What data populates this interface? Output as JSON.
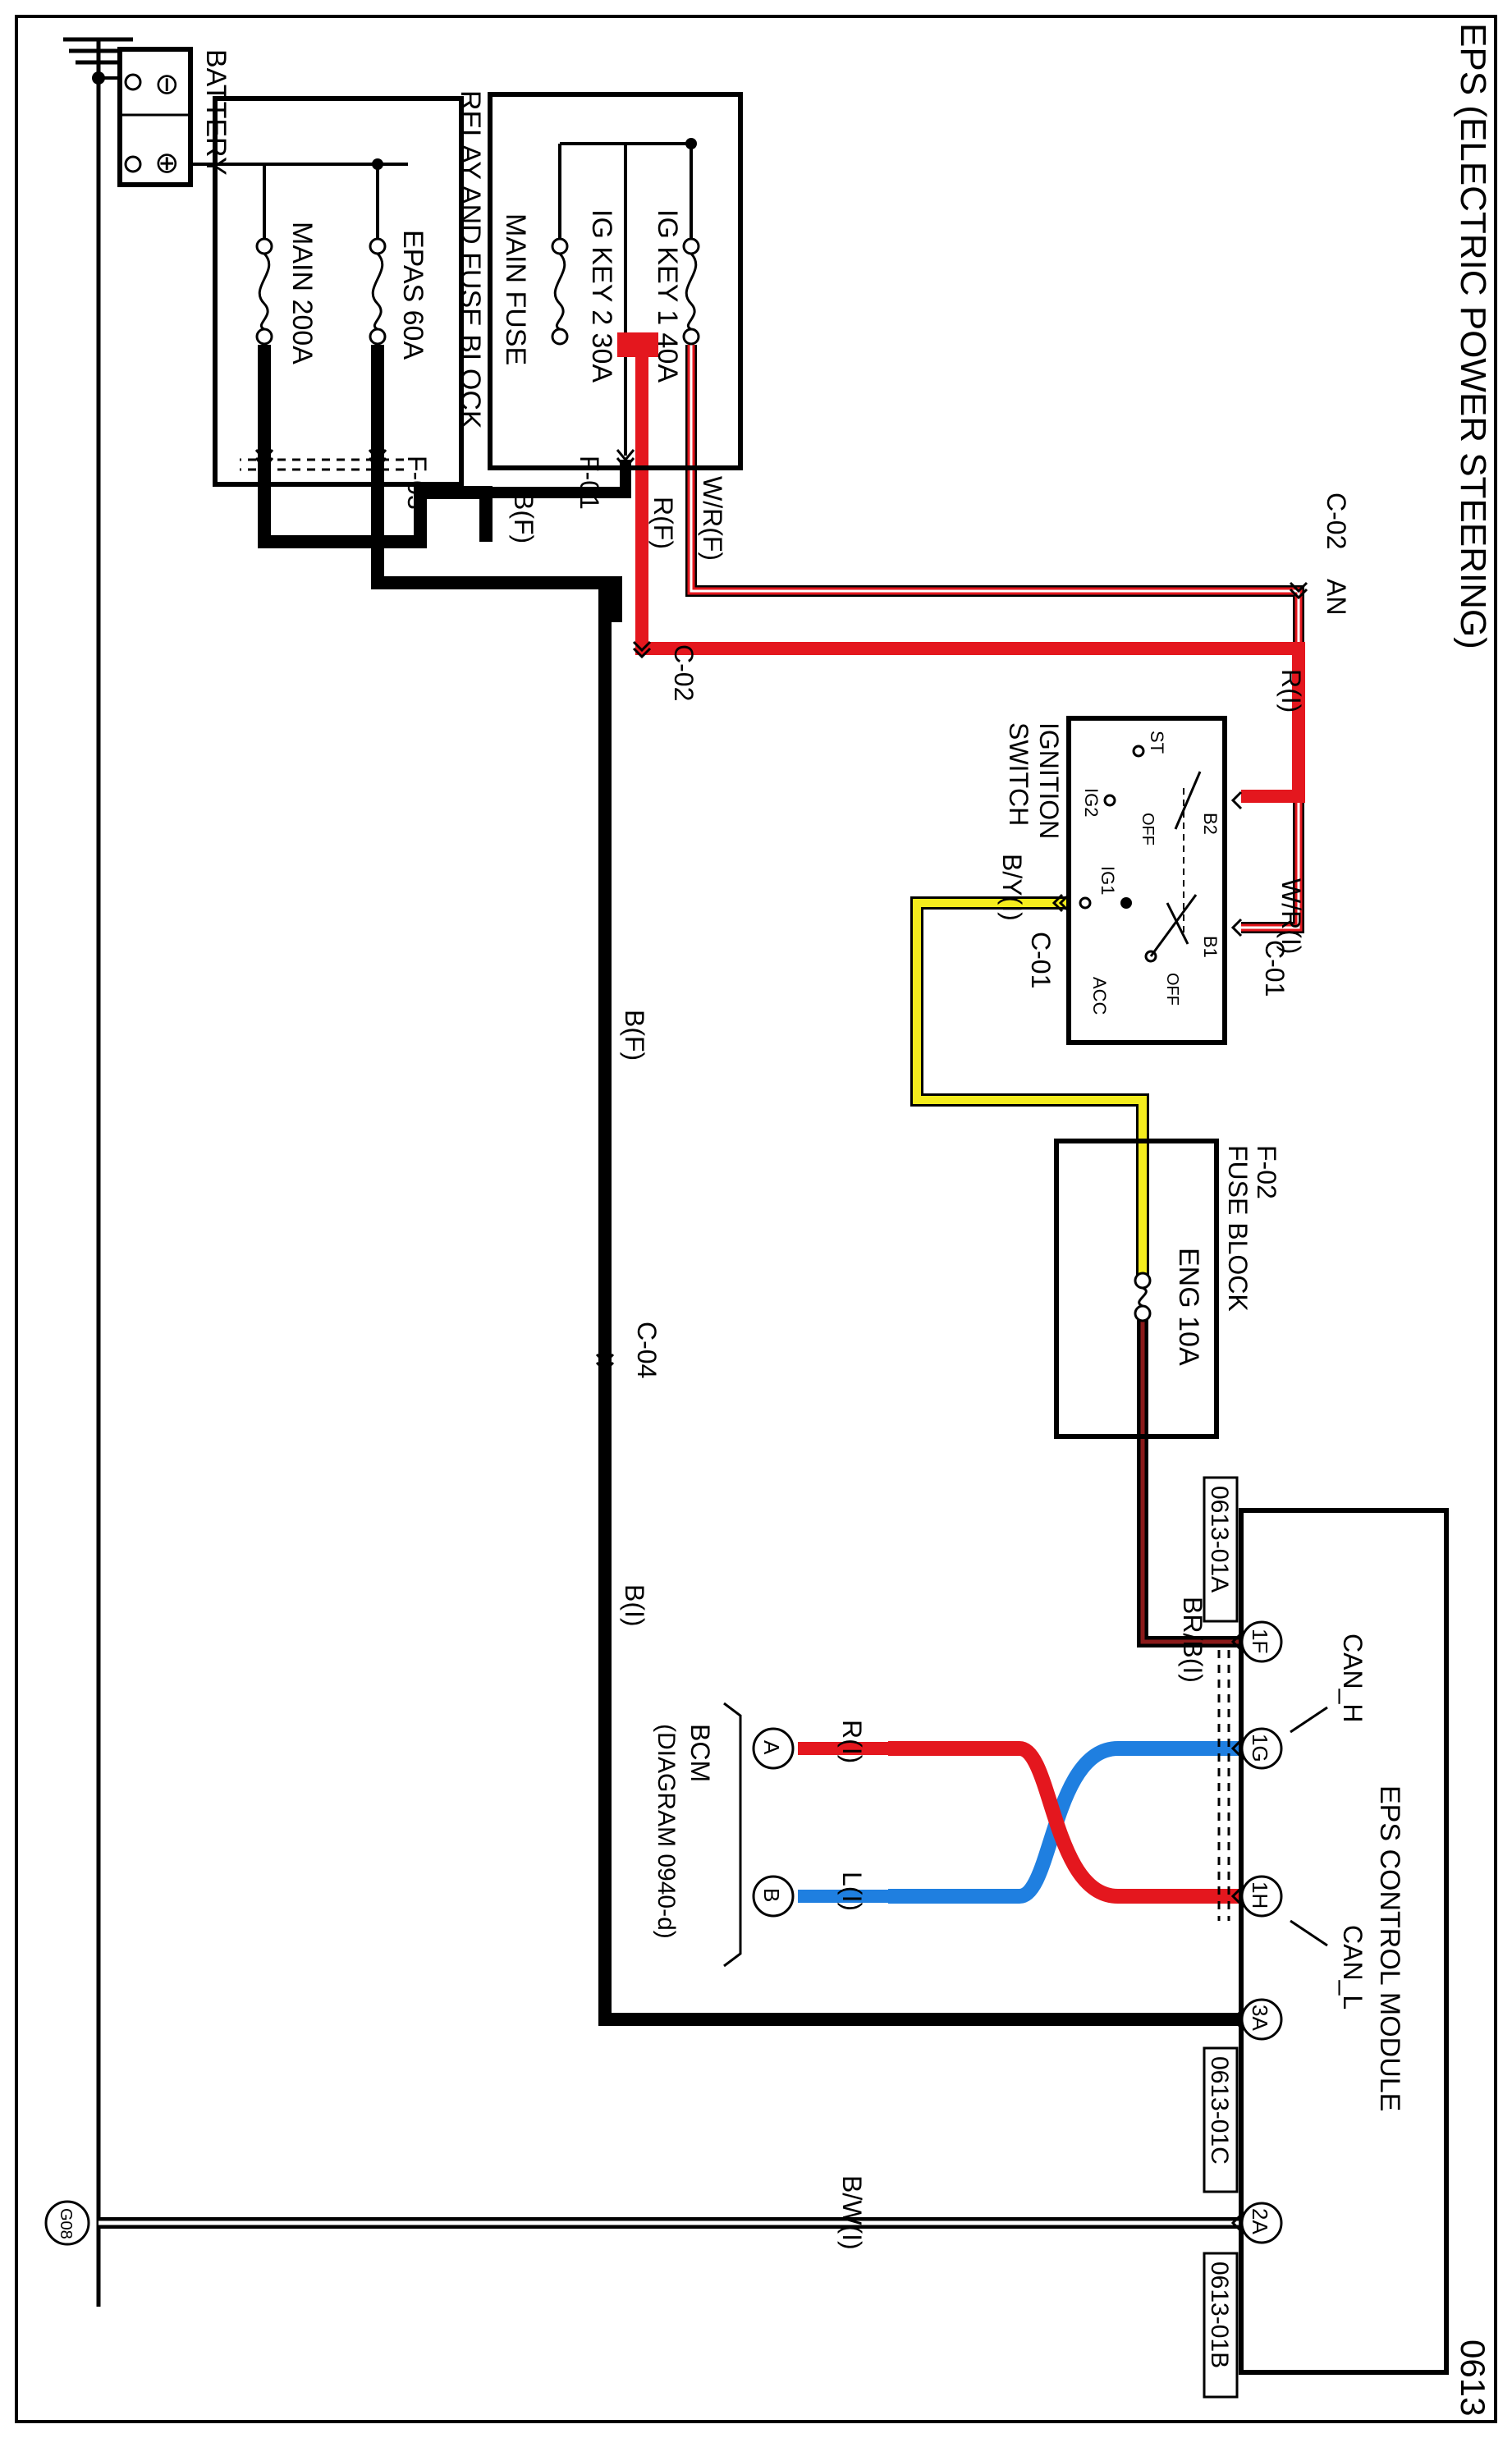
{
  "title": "EPS (ELECTRIC POWER STEERING)",
  "page_number": "0613",
  "components": {
    "battery": {
      "label": "BATTERY",
      "minus": "⊖",
      "plus": "⊕"
    },
    "main_fuse": {
      "label": "MAIN FUSE",
      "fuse1": "EPAS 60A",
      "fuse2": "MAIN 200A"
    },
    "relay_fuse_block": {
      "label": "RELAY AND FUSE BLOCK",
      "fuse1": "IG KEY 1 40A",
      "fuse2": "IG KEY 2 30A"
    },
    "ignition_switch": {
      "label_line1": "IGNITION",
      "label_line2": "SWITCH",
      "terminals": {
        "st": "ST",
        "ig2": "IG2",
        "ig1": "IG1",
        "acc": "ACC",
        "b1": "B1",
        "b2": "B2",
        "off1": "OFF",
        "off2": "OFF"
      }
    },
    "fuse_block": {
      "label": "FUSE BLOCK",
      "connector": "F-02",
      "fuse": "ENG 10A"
    },
    "eps_module": {
      "label": "EPS CONTROL MODULE",
      "can_h": "CAN_H",
      "can_l": "CAN_L"
    },
    "bcm": {
      "label": "BCM",
      "ref": "(DIAGRAM 0940-d)",
      "pin_a": "A",
      "pin_b": "B"
    },
    "ground": {
      "label": "G08"
    }
  },
  "connectors": {
    "f01": "F-01",
    "f03": "F-03",
    "c02_top": "C-02",
    "c02_an": "AN",
    "c02_bottom": "C-02",
    "c01_right": "C-01",
    "c01_left": "C-01",
    "c04": "C-04",
    "conn_01a": "0613-01A",
    "conn_01c": "0613-01C",
    "conn_01b": "0613-01B"
  },
  "pins": {
    "p1f": "1F",
    "p1g": "1G",
    "p1h": "1H",
    "p3a": "3A",
    "p2a": "2A"
  },
  "wires": {
    "bf_short": "B(F)",
    "wrf": "W/R(F)",
    "rf": "R(F)",
    "ri": "R(I)",
    "wri": "W/R(I)",
    "byi": "B/Y(I)",
    "bf_long": "B(F)",
    "bi": "B(I)",
    "brbi": "BR/B(I)",
    "ri_can": "R(I)",
    "li_can": "L(I)",
    "bwi": "B/W(I)"
  },
  "colors": {
    "black": "#000000",
    "red": "#e4171e",
    "yellow": "#f4ec1d",
    "blue": "#1f7fe0",
    "white": "#ffffff"
  }
}
